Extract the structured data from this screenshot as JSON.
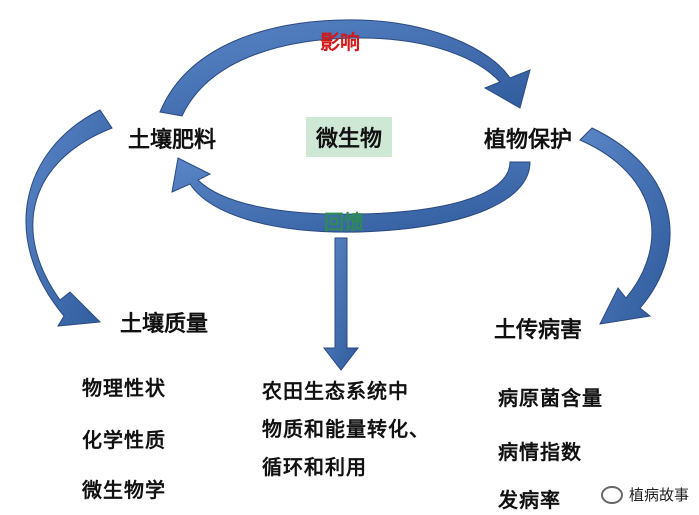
{
  "nodes": {
    "soil_fertilizer": "土壤肥料",
    "microbe": "微生物",
    "plant_protection": "植物保护",
    "soil_quality": "土壤质量",
    "soil_disease": "土传病害"
  },
  "arrows": {
    "influence": "影响",
    "feedback": "回馈"
  },
  "soil_quality_items": [
    "物理性状",
    "化学性质",
    "微生物学"
  ],
  "center_text": [
    "农田生态系统中",
    "物质和能量转化、",
    "循环和利用"
  ],
  "disease_items": [
    "病原菌含量",
    "病情指数",
    "发病率"
  ],
  "watermark": "植病故事",
  "colors": {
    "arrow_fill": "#3b66a8",
    "arrow_stroke": "#2a4a80",
    "influence_text": "#d11a1a",
    "feedback_text": "#2e8b57",
    "microbe_bg": "#cfe8d5"
  }
}
